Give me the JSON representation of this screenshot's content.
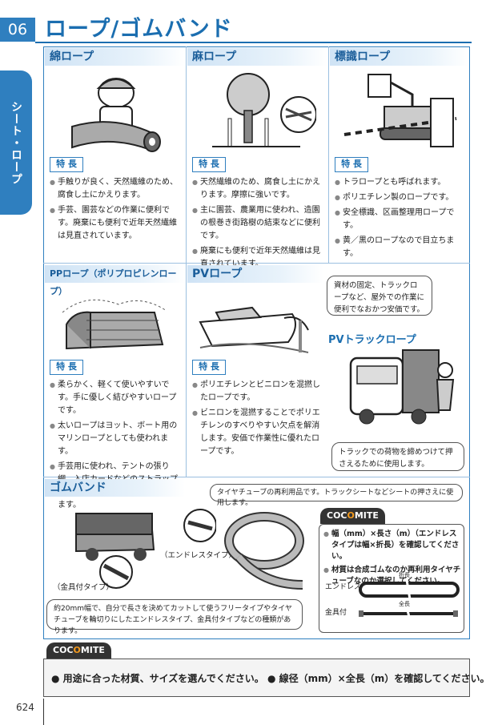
{
  "chapter": {
    "number": "06",
    "side_label": "シート・ロープ"
  },
  "page_title": "ロープ/ゴムバンド",
  "feature_label": "特 長",
  "cells": {
    "cotton": {
      "title": "綿ロープ",
      "features": [
        "手触りが良く、天然繊維のため、腐食し土にかえります。",
        "手芸、園芸などの作業に便利です。廃棄にも便利で近年天然繊維は見直されています。"
      ]
    },
    "hemp": {
      "title": "麻ロープ",
      "features": [
        "天然繊維のため、腐食し土にかえります。摩擦に強いです。",
        "主に園芸、農業用に使われ、造園の根巻き街路樹の結束などに便利です。",
        "廃棄にも便利で近年天然繊維は見直されています。"
      ]
    },
    "sign": {
      "title": "標識ロープ",
      "features": [
        "トラロープとも呼ばれます。",
        "ポリエチレン製のロープです。",
        "安全標識、区画整理用ロープです。",
        "黄／黒のロープなので目立ちます。"
      ]
    },
    "pp": {
      "title": "PPロープ（ポリプロピレンロープ）",
      "features": [
        "柔らかく、軽くて使いやすいです。手に優しく結びやすいロープです。",
        "太いロープはヨット、ボート用のマリンロープとしても使われます。",
        "手芸用に使われ、テントの張り網、入店カードなどのストラップひもとして、様々な用途に使われます。"
      ]
    },
    "pv": {
      "title": "PVロープ",
      "bubble": "資材の固定、トラックロープなど、屋外での作業に便利でなおかつ安価です。",
      "features": [
        "ポリエチレンとビニロンを混撚したロープです。",
        "ビニロンを混撚することでポリエチレンのすべりやすい欠点を解消します。安価で作業性に優れたロープです。"
      ],
      "truck_title": "PVトラックロープ",
      "truck_bubble": "トラックでの荷物を締めつけて押さえるために使用します。"
    }
  },
  "gomu": {
    "title": "ゴムバンド",
    "top_bubble": "タイヤチューブの再利用品です。トラックシートなどシートの押さえに使用します。",
    "label_endless": "（エンドレスタイプ）",
    "label_kanagu": "（金具付タイプ）",
    "note": "約20mm幅で、自分で長さを決めてカットして使うフリータイプやタイヤチューブを輪切りにしたエンドレスタイプ、金具付タイプなどの種類があります。",
    "coco": {
      "badge_pre": "COC",
      "badge_o": "O",
      "badge_post": "MITE",
      "lines": [
        "幅（mm）×長さ（m）（エンドレスタイプは幅×折長）を確認してください。",
        "材質は合成ゴムなのか再利用タイヤチューブなのか選択してください。"
      ],
      "diagram_endless": "エンドレス",
      "diagram_kanagu": "金具付",
      "dim_fold": "折長",
      "dim_full": "全長"
    }
  },
  "bottom": {
    "badge_pre": "COC",
    "badge_o": "O",
    "badge_post": "MITE",
    "items": [
      "用途に合った材質、サイズを選んでください。",
      "線径（mm）×全長（m）を確認してください。"
    ]
  },
  "page_number": "624",
  "colors": {
    "brand": "#2f7fbf",
    "title": "#1b6eb0",
    "accent": "#f39a1e"
  }
}
